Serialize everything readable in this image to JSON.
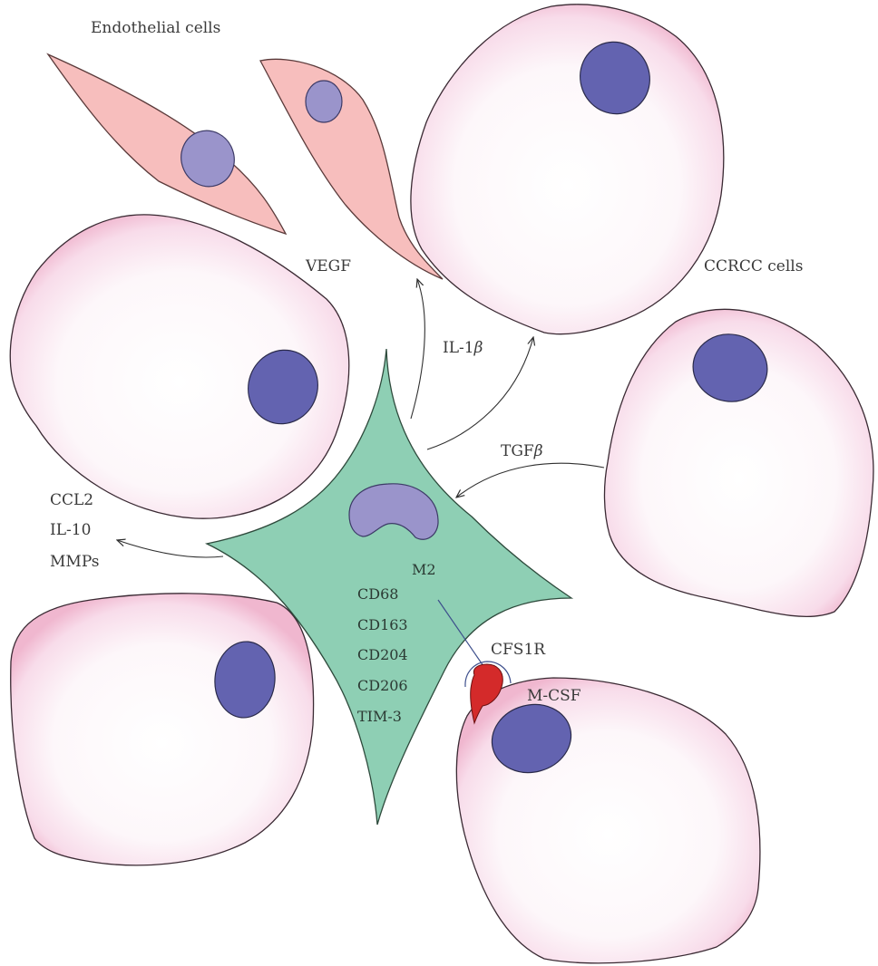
{
  "labels": {
    "endothelial": "Endothelial cells",
    "vegf": "VEGF",
    "il1_prefix": "IL-1",
    "il1_greek": "β",
    "ccrcc": "CCRCC cells",
    "tgf_prefix": "TGF",
    "tgf_greek": "β",
    "ccl2": "CCL2",
    "il10": "IL-10",
    "mmps": "MMPs",
    "m2": "M2",
    "cd68": "CD68",
    "cd163": "CD163",
    "cd204": "CD204",
    "cd206": "CD206",
    "tim3": "TIM-3",
    "cfs1r": "CFS1R",
    "mcsf": "M-CSF"
  },
  "colors": {
    "macrophage": "#8ecfb4",
    "endothelial": "#f7bebd",
    "nucleus": "#6363b0",
    "nucleus_light": "#9a94cb",
    "ligand": "#d42a2a",
    "receptor": "#3d4f8c",
    "cell_edge": "#f0b7cf"
  }
}
